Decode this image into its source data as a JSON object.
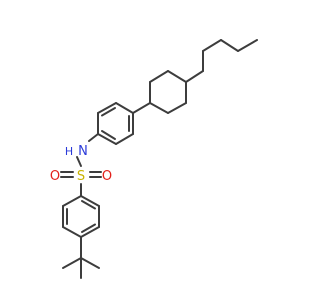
{
  "molecule": {
    "atoms": {
      "N": "N",
      "H": "H",
      "S": "S",
      "O_left": "O",
      "O_right": "O"
    },
    "colors": {
      "bond": "#3d3d3d",
      "nitrogen": "#2b3bd9",
      "sulfur": "#c9b400",
      "oxygen": "#e3201b"
    }
  }
}
